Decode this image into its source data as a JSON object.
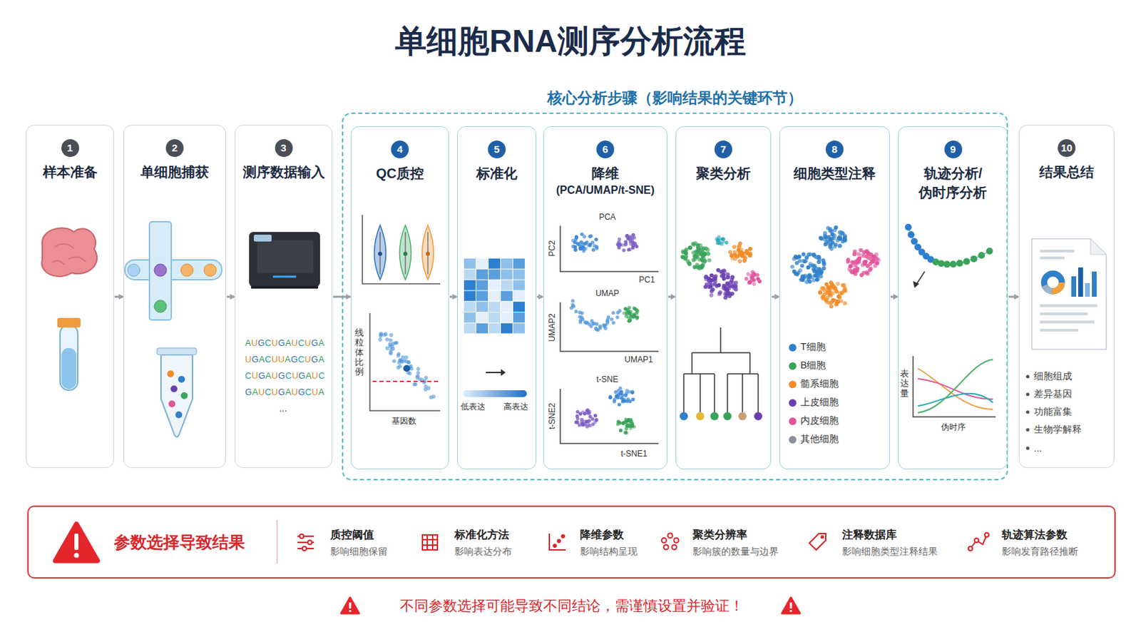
{
  "diagram": {
    "title": "单细胞RNA测序分析流程",
    "nodes": [
      {
        "text": [
          "1",
          "样本准备"
        ]
      },
      {
        "text": [
          "2",
          "单细胞捕获"
        ]
      },
      {
        "text": [
          "3",
          "测序数据输入"
        ]
      },
      {
        "text": [
          "核心分析步骤（影响结果的关键环节）"
        ]
      },
      {
        "text": [
          "4",
          "QC质控"
        ],
        "in": 3
      },
      {
        "text": [
          "5",
          "标准化"
        ],
        "in": 3
      },
      {
        "text": [
          "6",
          "降维",
          "(PCA/UMAP/t-SNE)"
        ],
        "in": 3
      },
      {
        "text": [
          "7",
          "聚类分析"
        ],
        "in": 3
      },
      {
        "text": [
          "8",
          "细胞类型注释"
        ],
        "in": 3
      },
      {
        "text": [
          "9",
          "轨迹分析/ 伪时序分析"
        ],
        "in": 3
      },
      {
        "text": [
          "10",
          "结果总结"
        ]
      },
      {
        "text": [
          "参数选择导致结果"
        ]
      },
      {
        "text": [
          "质控阈值",
          "影响细胞保留"
        ],
        "in": 11
      },
      {
        "text": [
          "标准化方法",
          "影响表达分布"
        ],
        "in": 11
      },
      {
        "text": [
          "降维参数",
          "影响结构呈现"
        ],
        "in": 11
      },
      {
        "text": [
          "聚类分辨率",
          "影响簇的数量与边界"
        ],
        "in": 11
      },
      {
        "text": [
          "注释数据库",
          "影响细胞类型注释结果"
        ],
        "in": 11
      },
      {
        "text": [
          "轨迹算法参数",
          "影响发育路径推断"
        ],
        "in": 11
      }
    ],
    "edges": [
      {
        "from": 0,
        "to": 1,
        "arrow": "to"
      },
      {
        "from": 1,
        "to": 2,
        "arrow": "to"
      },
      {
        "from": 2,
        "to": 4,
        "arrow": "to"
      },
      {
        "from": 4,
        "to": 5,
        "arrow": "to"
      },
      {
        "from": 5,
        "to": 6,
        "arrow": "to"
      },
      {
        "from": 6,
        "to": 7,
        "arrow": "to"
      },
      {
        "from": 7,
        "to": 8,
        "arrow": "to"
      },
      {
        "from": 8,
        "to": 9,
        "arrow": "to"
      },
      {
        "from": 9,
        "to": 10,
        "arrow": "to"
      }
    ],
    "labels": [
      "AUGCUGAUCUGA",
      "UGACUUAGCUGA",
      "CUGAUGCUGAUC",
      "GAUCUGAUGCUA",
      "...",
      "线粒体比例",
      "基因数",
      "低表达",
      "高表达",
      "PCA",
      "PC2",
      "PC1",
      "UMAP",
      "UMAP2",
      "UMAP1",
      "t-SNE",
      "t-SNE2",
      "t-SNE1",
      "表达量",
      "伪时序",
      "细胞组成",
      "差异基因",
      "功能富集",
      "生物学解释",
      "...",
      "不同参数选择可能导致不同结论，需谨慎设置并验证！"
    ],
    "legend": [
      {
        "text": "T细胞",
        "color": "#2f80c8"
      },
      {
        "text": "B细胞",
        "color": "#3aa35a"
      },
      {
        "text": "髓系细胞",
        "color": "#f28c28"
      },
      {
        "text": "上皮细胞",
        "color": "#6a3fb0"
      },
      {
        "text": "内皮细胞",
        "color": "#e0559b"
      },
      {
        "text": "其他细胞",
        "color": "#8a8f98"
      }
    ]
  }
}
